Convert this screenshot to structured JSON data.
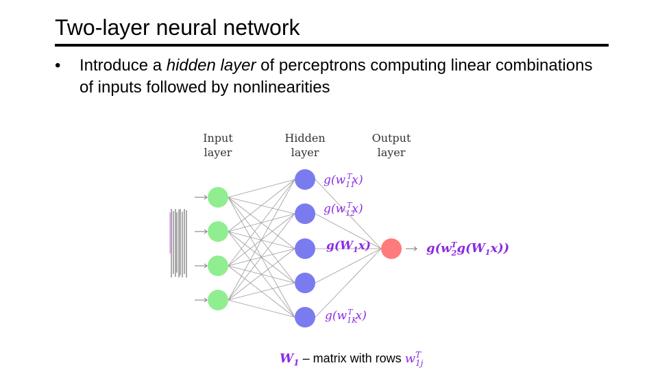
{
  "slide": {
    "title": "Two-layer neural network",
    "bullet_prefix": "Introduce a ",
    "bullet_emph": "hidden layer",
    "bullet_suffix": " of perceptrons computing linear combinations of inputs followed by nonlinearities"
  },
  "diagram": {
    "layer_labels": {
      "input_1": "Input",
      "input_2": "layer",
      "hidden_1": "Hidden",
      "hidden_2": "layer",
      "output_1": "Output",
      "output_2": "layer"
    },
    "hidden_formulas": {
      "h1": "g(w",
      "h1_sub": "11",
      "h2": "g(w",
      "h2_sub": "12",
      "h3": "g(W",
      "h3_sub": "1",
      "h5": "g(w",
      "h5_sub": "1K"
    },
    "output_formula": "g(w",
    "output_formula_sub": "2",
    "colors": {
      "input_node": "#90ee90",
      "hidden_node": "#7b7bf0",
      "output_node": "#ff7b7b",
      "formula": "#8a2be2"
    }
  },
  "caption": {
    "w": "W",
    "w_sub": "1",
    "text": " – matrix with rows ",
    "wj": "w",
    "wj_sub": "1j"
  }
}
